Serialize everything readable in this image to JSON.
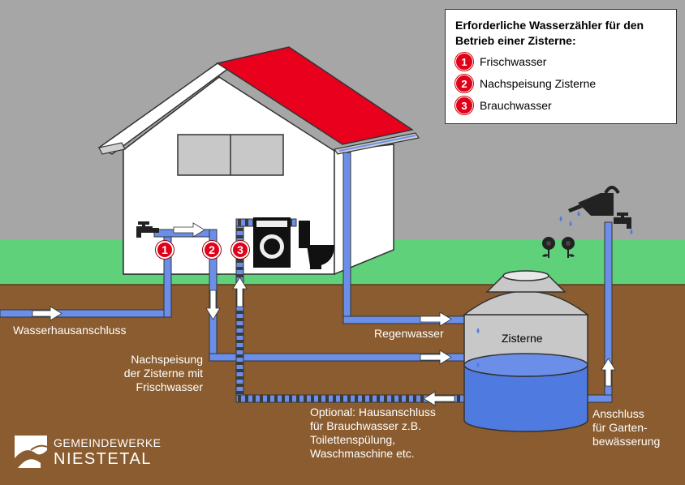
{
  "legend": {
    "title_line1": "Erforderliche Wasserzähler für den",
    "title_line2": "Betrieb einer Zisterne:",
    "items": [
      {
        "number": "1",
        "label": "Frischwasser"
      },
      {
        "number": "2",
        "label": "Nachspeisung Zisterne"
      },
      {
        "number": "3",
        "label": "Brauchwasser"
      }
    ]
  },
  "meters": [
    "1",
    "2",
    "3"
  ],
  "labels": {
    "house_connection": "Wasserhausanschluss",
    "refill_line1": "Nachspeisung",
    "refill_line2": "der Zisterne mit",
    "refill_line3": "Frischwasser",
    "rainwater": "Regenwasser",
    "cistern": "Zisterne",
    "optional_line1": "Optional: Hausanschluss",
    "optional_line2": "für  Brauchwasser z.B.",
    "optional_line3": "Toilettenspülung,",
    "optional_line4": "Waschmaschine etc.",
    "garden_line1": "Anschluss",
    "garden_line2": "für Garten-",
    "garden_line3": "bewässerung"
  },
  "logo": {
    "line1": "GEMEINDEWERKE",
    "line2": "NIESTETAL"
  },
  "colors": {
    "sky": "#a6a6a6",
    "grass": "#5fd17a",
    "soil": "#8a5c2f",
    "roof": "#e8001c",
    "pipe": "#6b8fe8",
    "water": "#4f7be0",
    "meter": "#e0001a"
  }
}
